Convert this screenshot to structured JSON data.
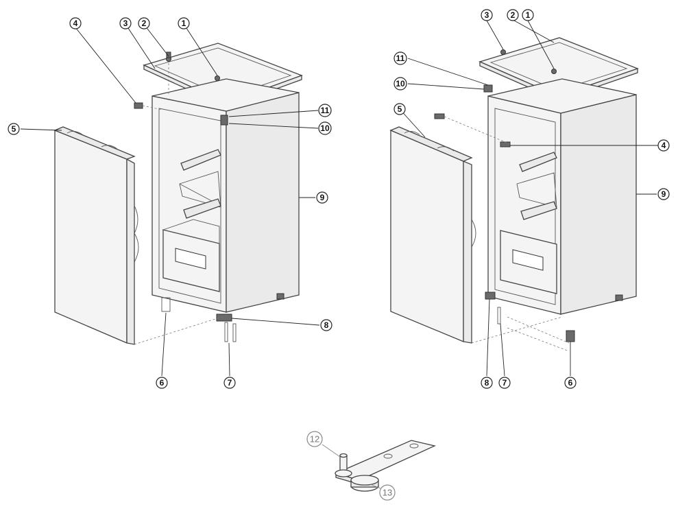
{
  "figure": {
    "left_view": {
      "callouts": [
        "4",
        "3",
        "2",
        "1",
        "5",
        "11",
        "10",
        "9",
        "8",
        "6",
        "7"
      ]
    },
    "right_view": {
      "callouts": [
        "3",
        "2",
        "1",
        "11",
        "10",
        "5",
        "4",
        "9",
        "8",
        "7",
        "6"
      ]
    },
    "hinge_detail": {
      "callouts": [
        "12",
        "13"
      ]
    }
  },
  "colors": {
    "line": "#4a4a4a",
    "callout_stroke": "#222222",
    "detail_callout": "#888888"
  }
}
